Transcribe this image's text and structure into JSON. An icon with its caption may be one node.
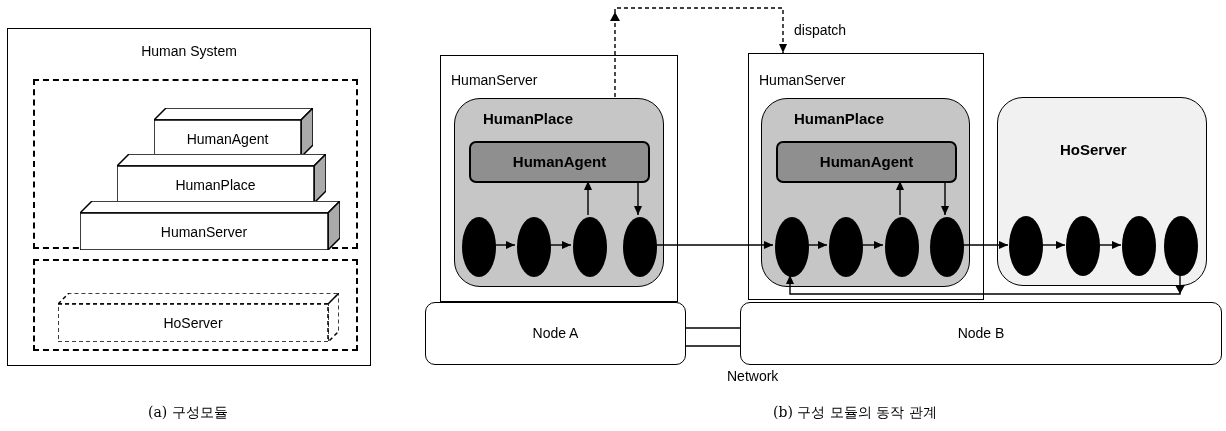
{
  "diagram": {
    "nodes": [
      {
        "text": [
          "Human System"
        ]
      },
      {
        "text": [],
        "shape": "box",
        "in": 0
      },
      {
        "text": [
          "HumanAgent"
        ],
        "in": 1
      },
      {
        "text": [
          "HumanPlace"
        ],
        "in": 1
      },
      {
        "text": [
          "HumanServer"
        ],
        "in": 1
      },
      {
        "text": [],
        "shape": "box",
        "in": 0
      },
      {
        "text": [
          "HoServer"
        ],
        "in": 5
      },
      {
        "text": [
          "HumanServer"
        ]
      },
      {
        "text": [
          "HumanPlace"
        ],
        "in": 7
      },
      {
        "text": [
          "HumanAgent"
        ],
        "in": 8
      },
      {
        "text": [],
        "shape": "ellipse",
        "in": 8
      },
      {
        "text": [],
        "shape": "ellipse",
        "in": 8
      },
      {
        "text": [],
        "shape": "ellipse",
        "in": 8
      },
      {
        "text": [],
        "shape": "ellipse",
        "in": 8
      },
      {
        "text": [
          "Node A"
        ]
      },
      {
        "text": [
          "HumanServer"
        ]
      },
      {
        "text": [
          "HumanPlace"
        ],
        "in": 15
      },
      {
        "text": [
          "HumanAgent"
        ],
        "in": 16
      },
      {
        "text": [],
        "shape": "ellipse",
        "in": 16
      },
      {
        "text": [],
        "shape": "ellipse",
        "in": 16
      },
      {
        "text": [],
        "shape": "ellipse",
        "in": 16
      },
      {
        "text": [],
        "shape": "ellipse",
        "in": 16
      },
      {
        "text": [
          "HoServer"
        ]
      },
      {
        "text": [],
        "shape": "ellipse",
        "in": 22
      },
      {
        "text": [],
        "shape": "ellipse",
        "in": 22
      },
      {
        "text": [],
        "shape": "ellipse",
        "in": 22
      },
      {
        "text": [],
        "shape": "ellipse",
        "in": 22
      },
      {
        "text": [
          "Node B"
        ]
      }
    ],
    "edges": [
      {
        "from": 8,
        "to": 15,
        "arrow": "to",
        "style": "dashed",
        "label": "dispatch"
      },
      {
        "from": 10,
        "to": 11,
        "arrow": "to"
      },
      {
        "from": 11,
        "to": 12,
        "arrow": "to"
      },
      {
        "from": 12,
        "to": 9,
        "arrow": "to"
      },
      {
        "from": 9,
        "to": 13,
        "arrow": "to"
      },
      {
        "from": 13,
        "to": 18,
        "arrow": "to"
      },
      {
        "from": 18,
        "to": 19,
        "arrow": "to"
      },
      {
        "from": 19,
        "to": 20,
        "arrow": "to"
      },
      {
        "from": 20,
        "to": 17,
        "arrow": "to"
      },
      {
        "from": 17,
        "to": 21,
        "arrow": "to"
      },
      {
        "from": 21,
        "to": 23,
        "arrow": "to"
      },
      {
        "from": 23,
        "to": 24,
        "arrow": "to"
      },
      {
        "from": 24,
        "to": 25,
        "arrow": "to"
      },
      {
        "from": 26,
        "to": 18,
        "arrow": "to"
      },
      {
        "from": 14,
        "to": 27,
        "arrow": "none"
      },
      {
        "from": 14,
        "to": 27,
        "arrow": "none"
      }
    ],
    "labels": [
      "Network",
      "(a) 구성모듈",
      "(b) 구성 모듈의 동작 관계"
    ]
  }
}
